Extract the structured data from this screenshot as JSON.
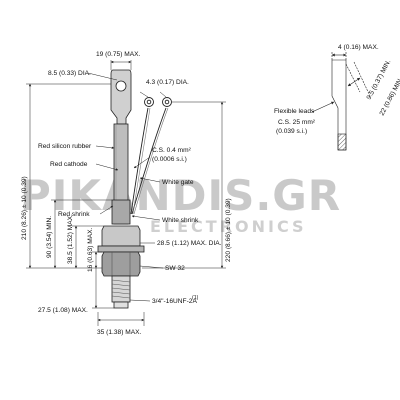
{
  "watermark": {
    "brand": "PIKANDIS.GR",
    "tagline": "ELECTRONICS"
  },
  "colors": {
    "line": "#222222",
    "body_fill": "#c8c8c8",
    "body_dark": "#8a8a8a",
    "watermark": "#c9c9c9"
  },
  "dimensions": {
    "top_width": "19 (0.75) MAX.",
    "eye_dia": "8.5 (0.33) DIA.",
    "gate_eye_dia": "4.3 (0.17) DIA.",
    "cable_cs": "C.S. 0.4 mm²",
    "cable_cs_si": "(0.0006 s.i.)",
    "overall_length_left": "210 (8.26) ± 10 (0.39)",
    "overall_length_right": "220 (8.66) ± 10 (0.39)",
    "length_90": "90 (3.54) MIN.",
    "length_38": "38.5 (1.52) MAX.",
    "length_16": "16 (0.63) MAX.",
    "length_27": "27.5 (1.08) MAX.",
    "flange_dia": "28.5 (1.12) MAX. DIA.",
    "hex_size": "SW 32",
    "thread": "3/4\"-16UNF-2A",
    "thread_note": "(1)",
    "base_width": "35 (1.38) MAX."
  },
  "labels": {
    "red_silicon_rubber": "Red silicon rubber",
    "red_cathode": "Red cathode",
    "white_gate": "White gate",
    "red_shrink": "Red shrink",
    "white_shrink": "White shrink"
  },
  "detail": {
    "width": "4 (0.16) MAX.",
    "flexible_leads": "Flexible leads",
    "cs": "C.S. 25 mm²",
    "cs_si": "(0.039 s.i.)",
    "len_95": "9.5 (0.37) MIN.",
    "len_22": "22 (0.86) MIN."
  }
}
